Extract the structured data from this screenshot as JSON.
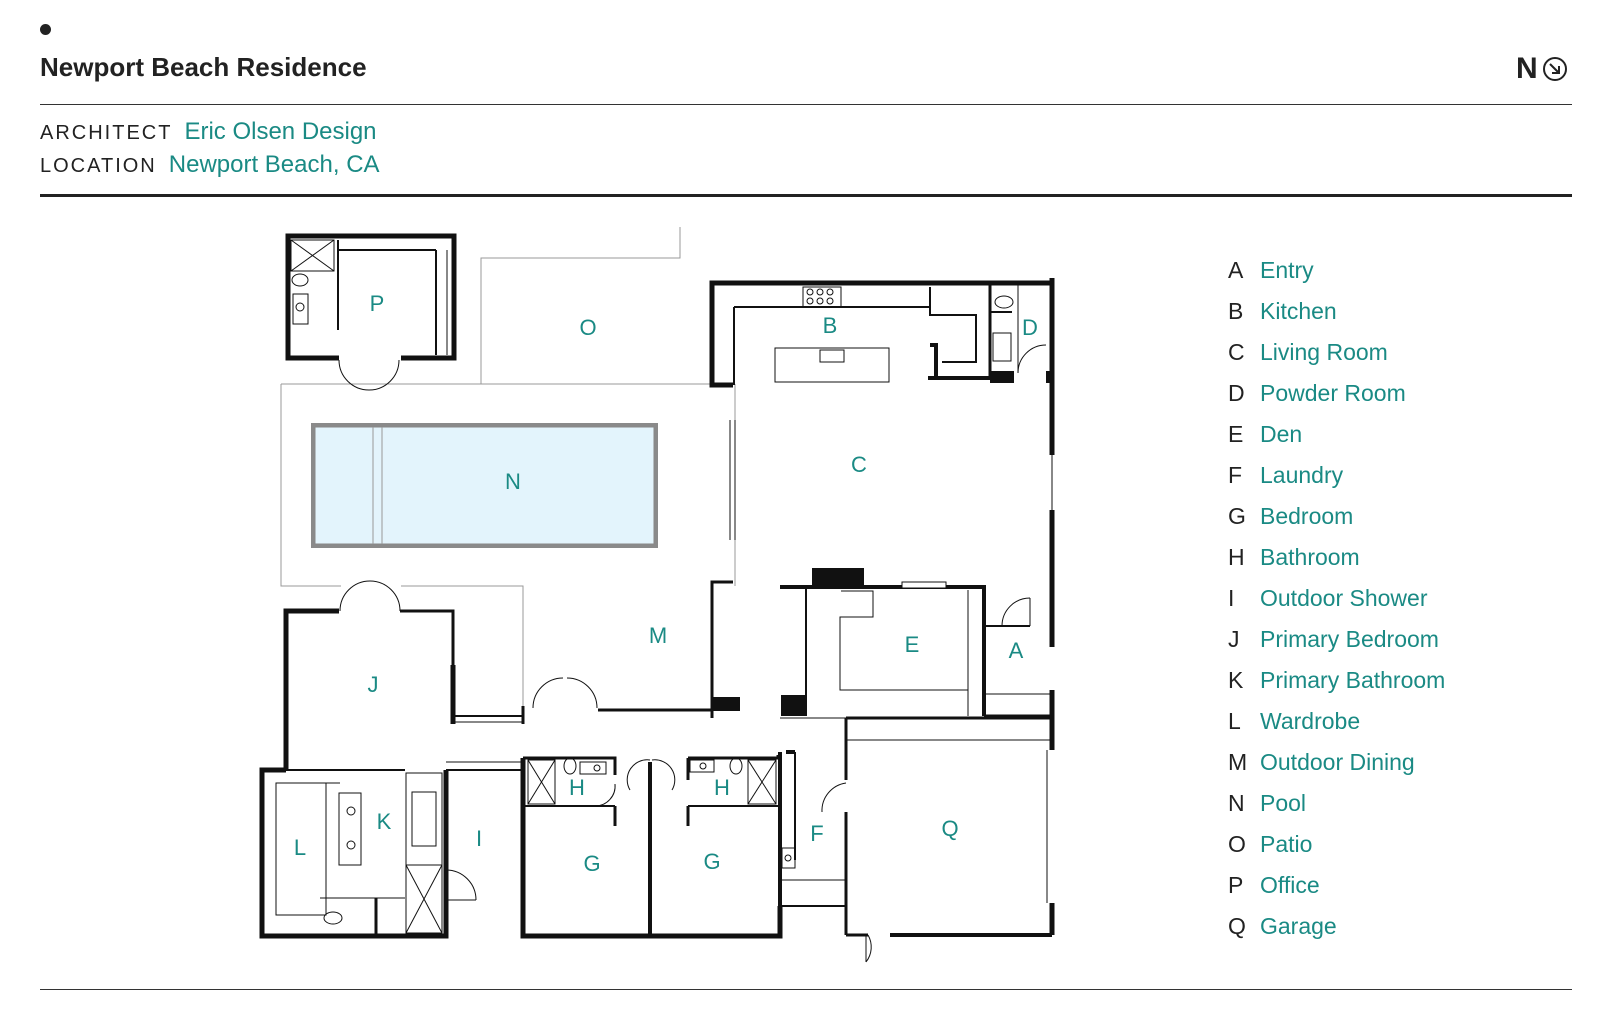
{
  "header": {
    "title": "Newport Beach Residence",
    "north_label": "N",
    "north_icon": "north-arrow-icon"
  },
  "meta": {
    "architect_label": "ARCHITECT",
    "architect_value": "Eric Olsen Design",
    "location_label": "LOCATION",
    "location_value": "Newport Beach, CA"
  },
  "colors": {
    "accent": "#1a8a84",
    "pool": "#e3f4fc",
    "wall": "#111111"
  },
  "plan": {
    "room_labels": {
      "A": "A",
      "B": "B",
      "C": "C",
      "D": "D",
      "E": "E",
      "F": "F",
      "G1": "G",
      "G2": "G",
      "H1": "H",
      "H2": "H",
      "I": "I",
      "J": "J",
      "K": "K",
      "L": "L",
      "M": "M",
      "N": "N",
      "O": "O",
      "P": "P",
      "Q": "Q"
    }
  },
  "legend": [
    {
      "key": "A",
      "label": "Entry"
    },
    {
      "key": "B",
      "label": "Kitchen"
    },
    {
      "key": "C",
      "label": "Living Room"
    },
    {
      "key": "D",
      "label": "Powder Room"
    },
    {
      "key": "E",
      "label": "Den"
    },
    {
      "key": "F",
      "label": "Laundry"
    },
    {
      "key": "G",
      "label": "Bedroom"
    },
    {
      "key": "H",
      "label": "Bathroom"
    },
    {
      "key": "I",
      "label": "Outdoor Shower"
    },
    {
      "key": "J",
      "label": "Primary Bedroom"
    },
    {
      "key": "K",
      "label": "Primary Bathroom"
    },
    {
      "key": "L",
      "label": "Wardrobe"
    },
    {
      "key": "M",
      "label": "Outdoor Dining"
    },
    {
      "key": "N",
      "label": "Pool"
    },
    {
      "key": "O",
      "label": "Patio"
    },
    {
      "key": "P",
      "label": "Office"
    },
    {
      "key": "Q",
      "label": "Garage"
    }
  ]
}
